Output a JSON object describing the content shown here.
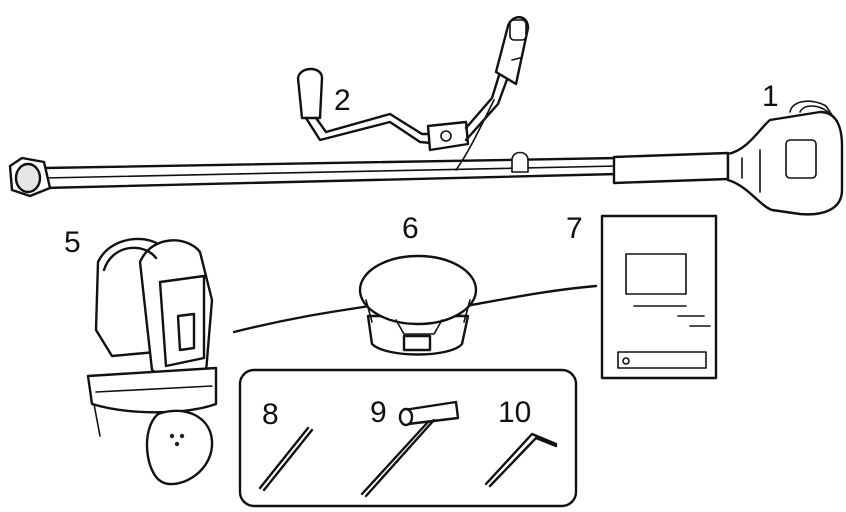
{
  "diagram": {
    "parts": [
      {
        "id": "trimmer-unit",
        "label": "1"
      },
      {
        "id": "handlebar",
        "label": "2"
      },
      {
        "id": "harness",
        "label": "5"
      },
      {
        "id": "trimmer-head",
        "label": "6"
      },
      {
        "id": "manual",
        "label": "7"
      },
      {
        "id": "rod",
        "label": "8"
      },
      {
        "id": "spark-plug-wrench",
        "label": "9"
      },
      {
        "id": "hex-key",
        "label": "10"
      }
    ]
  }
}
